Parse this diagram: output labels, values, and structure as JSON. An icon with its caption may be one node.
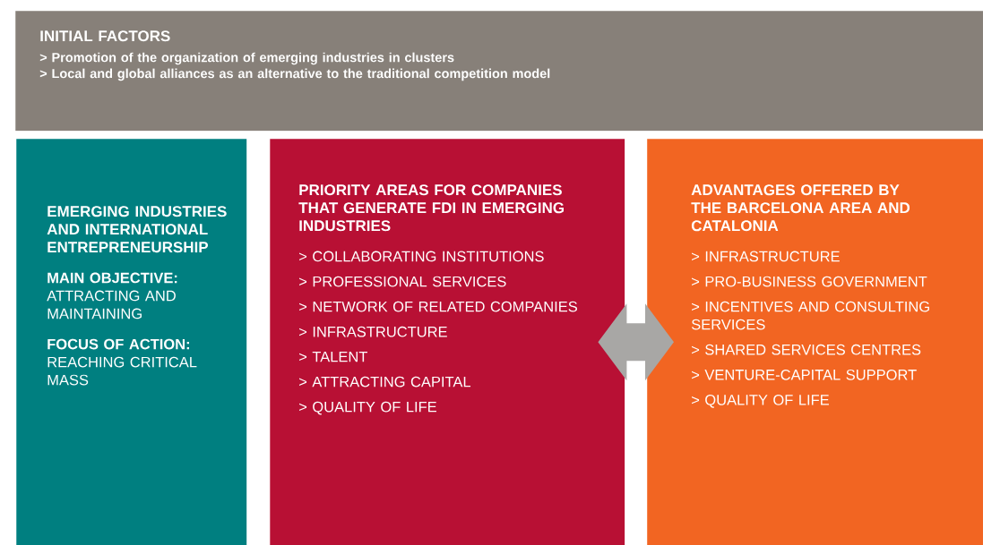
{
  "diagram": {
    "nodes": [
      {
        "text": [
          "INITIAL FACTORS",
          "> Promotion of the organization of emerging industries in clusters",
          "> Local and global alliances as an alternative to the traditional competition model"
        ]
      },
      {
        "text": [
          "EMERGING INDUSTRIES AND INTERNATIONAL ENTREPRENEURSHIP",
          "**MAIN OBJECTIVE:** ATTRACTING AND MAINTAINING",
          "**FOCUS OF ACTION:** REACHING CRITICAL MASS"
        ]
      },
      {
        "text": [
          "PRIORITY AREAS FOR COMPANIES THAT GENERATE FDI IN EMERGING INDUSTRIES",
          "> COLLABORATING INSTITUTIONS",
          "> PROFESSIONAL SERVICES",
          "> NETWORK OF RELATED COMPANIES",
          "> INFRASTRUCTURE",
          "> TALENT",
          "> ATTRACTING CAPITAL",
          "> QUALITY OF LIFE"
        ]
      },
      {
        "text": [
          "ADVANTAGES OFFERED BY THE BARCELONA AREA AND CATALONIA",
          "> INFRASTRUCTURE",
          "> PRO-BUSINESS GOVERNMENT",
          "> INCENTIVES AND CONSULTING SERVICES",
          "> SHARED SERVICES CENTRES",
          "> VENTURE-CAPITAL SUPPORT",
          "> QUALITY OF LIFE"
        ]
      }
    ],
    "edges": [
      {
        "from": 2,
        "to": 3,
        "arrow": "both",
        "style": "thick",
        "color": "#a8a7a5"
      }
    ]
  }
}
